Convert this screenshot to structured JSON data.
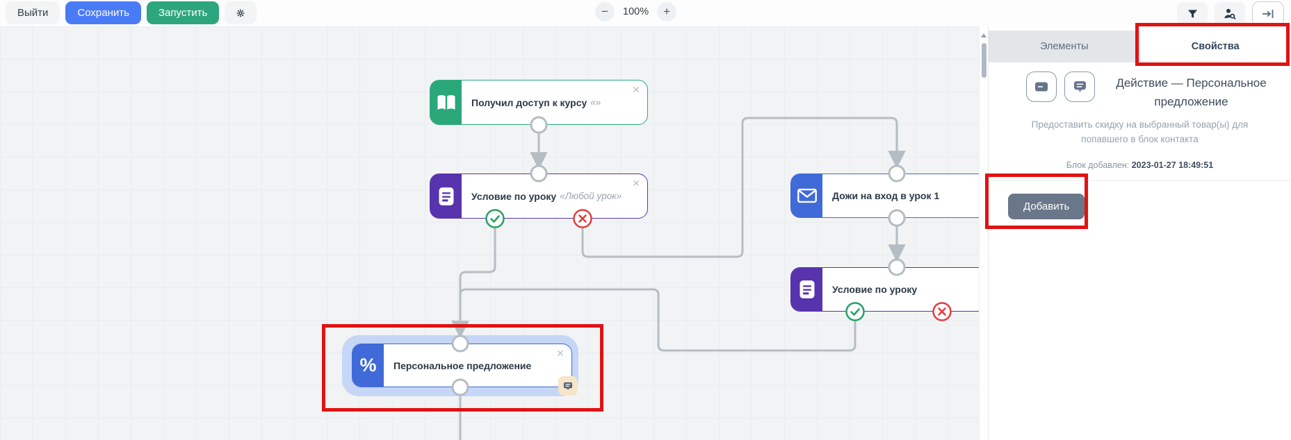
{
  "toolbar": {
    "exit_label": "Выйти",
    "save_label": "Сохранить",
    "run_label": "Запустить",
    "zoom_out_label": "−",
    "zoom_level": "100%",
    "zoom_in_label": "+"
  },
  "panel": {
    "tabs": {
      "elements": "Элементы",
      "properties": "Свойства"
    },
    "title": "Действие — Персональное предложение",
    "description": "Предоставить скидку на выбранный товар(ы) для попавшего в блок контакта",
    "added_label": "Блок добавлен:",
    "added_datetime": "2023-01-27 18:49:51",
    "add_button_label": "Добавить"
  },
  "canvas": {
    "nodes": [
      {
        "label": "Получил доступ к курсу",
        "quoted": "«»",
        "type": "course-access-trigger",
        "accent": "#2aa87a"
      },
      {
        "label": "Условие по уроку",
        "quoted": "«Любой урок»",
        "type": "lesson-condition",
        "accent": "#5733ad"
      },
      {
        "label": "Дожи на вход в урок 1",
        "quoted": "",
        "type": "message",
        "accent": "#3f6ad8"
      },
      {
        "label": "Условие по уроку",
        "quoted": "",
        "type": "lesson-condition",
        "accent": "#5733ad"
      },
      {
        "label": "Персональное предложение",
        "quoted": "",
        "type": "personal-offer-action",
        "accent": "#3f6ad8",
        "selected": true
      }
    ]
  },
  "icons": {
    "close_glyph": "✕"
  },
  "colors": {
    "save_button": "#4a7bf7",
    "run_button": "#2ea67d",
    "add_button": "#6a7789",
    "annotation_red": "#e01212",
    "selection_halo": "#c6d6f7",
    "connection_gray": "#b5bdc4",
    "port_true_green": "#27a163",
    "port_false_red": "#e23c3c"
  }
}
